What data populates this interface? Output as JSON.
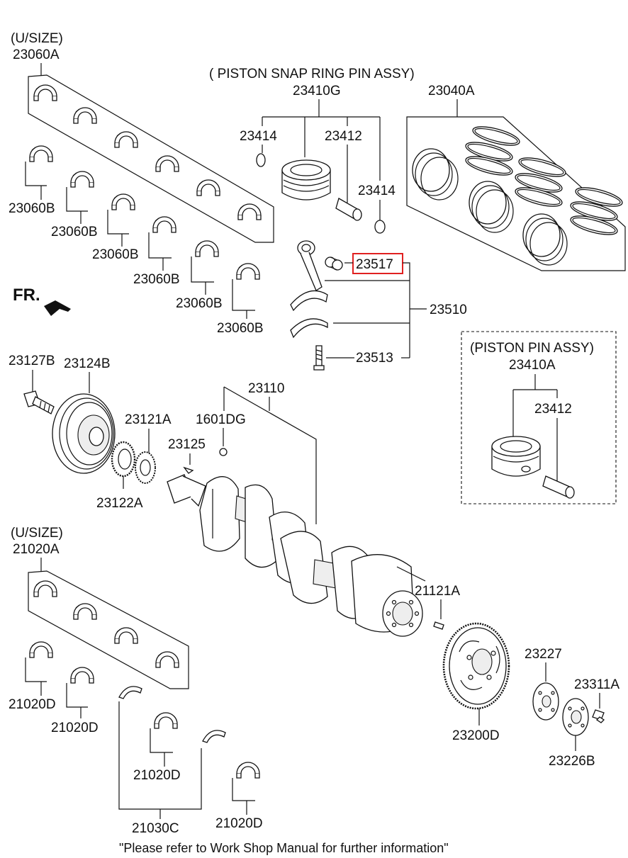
{
  "labels": {
    "usize_top": "(U/SIZE)",
    "p23060A": "23060A",
    "p23060B_1": "23060B",
    "p23060B_2": "23060B",
    "p23060B_3": "23060B",
    "p23060B_4": "23060B",
    "p23060B_5": "23060B",
    "p23060B_6": "23060B",
    "piston_snap_ring_pin_assy": "( PISTON  SNAP RING  PIN ASSY)",
    "p23410G": "23410G",
    "p23414_a": "23414",
    "p23412_a": "23412",
    "p23414_b": "23414",
    "p23040A": "23040A",
    "fr": "FR.",
    "p23517": "23517",
    "p23510": "23510",
    "p23513": "23513",
    "piston_pin_assy": "(PISTON  PIN ASSY)",
    "p23410A": "23410A",
    "p23412_b": "23412",
    "p23127B": "23127B",
    "p23124B": "23124B",
    "p23110": "23110",
    "p23121A": "23121A",
    "p1601DG": "1601DG",
    "p23125": "23125",
    "p23122A": "23122A",
    "usize_bottom": "(U/SIZE)",
    "p21020A": "21020A",
    "p21020D_1": "21020D",
    "p21020D_2": "21020D",
    "p21020D_3": "21020D",
    "p21020D_4": "21020D",
    "p21030C": "21030C",
    "p21121A": "21121A",
    "p23227": "23227",
    "p23311A": "23311A",
    "p23200D": "23200D",
    "p23226B": "23226B"
  },
  "footer_note": "\"Please refer to Work Shop Manual for further information\"",
  "highlight_part": "23517",
  "colors": {
    "highlight": "#e02020",
    "line": "#111111",
    "background": "#ffffff"
  }
}
